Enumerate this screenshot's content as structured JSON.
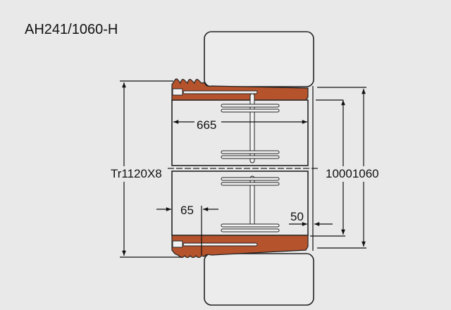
{
  "title": "AH241/1060-H",
  "dimensions": {
    "width": "665",
    "thread": "Tr1120X8",
    "bore": "10001060",
    "left_offset": "65",
    "right_offset": "50"
  },
  "colors": {
    "sleeve": "#b5532c",
    "outline": "#222222",
    "background": "#e9e9e9"
  }
}
